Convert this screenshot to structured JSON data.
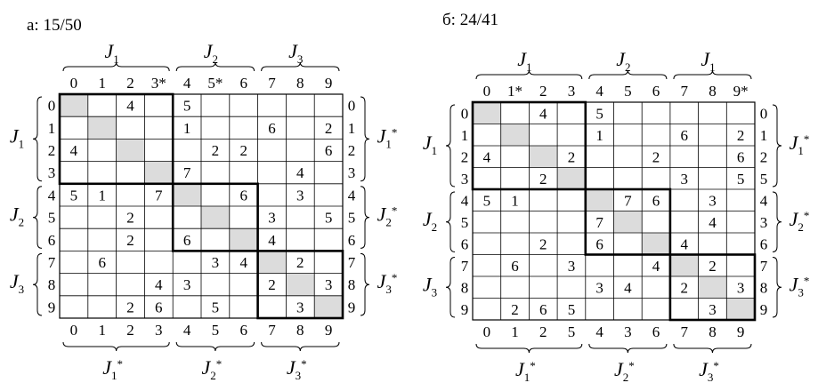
{
  "panels": [
    {
      "id": "a",
      "title": "а: 15/50",
      "cols": [
        "0",
        "1",
        "2",
        "3*",
        "4",
        "5*",
        "6",
        "7",
        "8",
        "9"
      ],
      "rows_left": [
        "0",
        "1",
        "2",
        "3",
        "4",
        "5",
        "6",
        "7",
        "8",
        "9"
      ],
      "rows_right": [
        "0",
        "1",
        "2",
        "3",
        "4",
        "5",
        "6",
        "7",
        "8",
        "9"
      ],
      "bottom": [
        "0",
        "1",
        "2",
        "3",
        "4",
        "5",
        "6",
        "7",
        "8",
        "9"
      ],
      "top_groups": [
        {
          "label": "J",
          "sub": "1",
          "star": false,
          "from": 0,
          "to": 3
        },
        {
          "label": "J",
          "sub": "2",
          "star": false,
          "from": 4,
          "to": 6
        },
        {
          "label": "J",
          "sub": "3",
          "star": false,
          "from": 7,
          "to": 9
        }
      ],
      "left_groups": [
        {
          "label": "J",
          "sub": "1",
          "star": false,
          "from": 0,
          "to": 3
        },
        {
          "label": "J",
          "sub": "2",
          "star": false,
          "from": 4,
          "to": 6
        },
        {
          "label": "J",
          "sub": "3",
          "star": false,
          "from": 7,
          "to": 9
        }
      ],
      "right_groups": [
        {
          "label": "J",
          "sub": "1",
          "star": true,
          "from": 0,
          "to": 3
        },
        {
          "label": "J",
          "sub": "2",
          "star": true,
          "from": 4,
          "to": 6
        },
        {
          "label": "J",
          "sub": "3",
          "star": true,
          "from": 7,
          "to": 9
        }
      ],
      "bottom_groups": [
        {
          "label": "J",
          "sub": "1",
          "star": true,
          "from": 0,
          "to": 3
        },
        {
          "label": "J",
          "sub": "2",
          "star": true,
          "from": 4,
          "to": 6
        },
        {
          "label": "J",
          "sub": "3",
          "star": true,
          "from": 7,
          "to": 9
        }
      ],
      "blocks": [
        [
          0,
          3
        ],
        [
          4,
          6
        ],
        [
          7,
          9
        ]
      ],
      "cells": [
        [
          "",
          "",
          "4",
          "",
          "5",
          "",
          "",
          "",
          "",
          ""
        ],
        [
          "",
          "",
          "",
          "",
          "1",
          "",
          "",
          "6",
          "",
          "2"
        ],
        [
          "4",
          "",
          "",
          "",
          "",
          "2",
          "2",
          "",
          "",
          "6"
        ],
        [
          "",
          "",
          "",
          "",
          "7",
          "",
          "",
          "",
          "4",
          ""
        ],
        [
          "5",
          "1",
          "",
          "7",
          "",
          "",
          "6",
          "",
          "3",
          ""
        ],
        [
          "",
          "",
          "2",
          "",
          "",
          "",
          "",
          "3",
          "",
          "5"
        ],
        [
          "",
          "",
          "2",
          "",
          "6",
          "",
          "",
          "4",
          "",
          ""
        ],
        [
          "",
          "6",
          "",
          "",
          "",
          "3",
          "4",
          "",
          "2",
          ""
        ],
        [
          "",
          "",
          "",
          "4",
          "3",
          "",
          "",
          "2",
          "",
          "3"
        ],
        [
          "",
          "",
          "2",
          "6",
          "",
          "5",
          "",
          "",
          "3",
          ""
        ]
      ]
    },
    {
      "id": "b",
      "title": "б: 24/41",
      "cols": [
        "0",
        "1*",
        "2",
        "3",
        "4",
        "5",
        "6",
        "7",
        "8",
        "9*"
      ],
      "rows_left": [
        "0",
        "1",
        "2",
        "3",
        "4",
        "5",
        "6",
        "7",
        "8",
        "9"
      ],
      "rows_right": [
        "0",
        "1",
        "2",
        "5",
        "4",
        "3",
        "6",
        "7",
        "8",
        "9"
      ],
      "bottom": [
        "0",
        "1",
        "2",
        "5",
        "4",
        "3",
        "6",
        "7",
        "8",
        "9"
      ],
      "top_groups": [
        {
          "label": "J",
          "sub": "1",
          "star": false,
          "from": 0,
          "to": 3
        },
        {
          "label": "J",
          "sub": "2",
          "star": false,
          "from": 4,
          "to": 6
        },
        {
          "label": "J",
          "sub": "1",
          "star": false,
          "from": 7,
          "to": 9
        }
      ],
      "left_groups": [
        {
          "label": "J",
          "sub": "1",
          "star": false,
          "from": 0,
          "to": 3
        },
        {
          "label": "J",
          "sub": "2",
          "star": false,
          "from": 4,
          "to": 6
        },
        {
          "label": "J",
          "sub": "3",
          "star": false,
          "from": 7,
          "to": 9
        }
      ],
      "right_groups": [
        {
          "label": "J",
          "sub": "1",
          "star": true,
          "from": 0,
          "to": 3
        },
        {
          "label": "J",
          "sub": "2",
          "star": true,
          "from": 4,
          "to": 6
        },
        {
          "label": "J",
          "sub": "3",
          "star": true,
          "from": 7,
          "to": 9
        }
      ],
      "bottom_groups": [
        {
          "label": "J",
          "sub": "1",
          "star": true,
          "from": 0,
          "to": 3
        },
        {
          "label": "J",
          "sub": "2",
          "star": true,
          "from": 4,
          "to": 6
        },
        {
          "label": "J",
          "sub": "3",
          "star": true,
          "from": 7,
          "to": 9
        }
      ],
      "blocks": [
        [
          0,
          3
        ],
        [
          4,
          6
        ],
        [
          7,
          9
        ]
      ],
      "cells": [
        [
          "",
          "",
          "4",
          "",
          "5",
          "",
          "",
          "",
          "",
          ""
        ],
        [
          "",
          "",
          "",
          "",
          "1",
          "",
          "",
          "6",
          "",
          "2"
        ],
        [
          "4",
          "",
          "",
          "2",
          "",
          "",
          "2",
          "",
          "",
          "6"
        ],
        [
          "",
          "",
          "2",
          "",
          "",
          "",
          "",
          "3",
          "",
          "5"
        ],
        [
          "5",
          "1",
          "",
          "",
          "",
          "7",
          "6",
          "",
          "3",
          ""
        ],
        [
          "",
          "",
          "",
          "",
          "7",
          "",
          "",
          "",
          "4",
          ""
        ],
        [
          "",
          "",
          "2",
          "",
          "6",
          "",
          "",
          "4",
          "",
          ""
        ],
        [
          "",
          "6",
          "",
          "3",
          "",
          "",
          "4",
          "",
          "2",
          ""
        ],
        [
          "",
          "",
          "",
          "",
          "3",
          "4",
          "",
          "2",
          "",
          "3"
        ],
        [
          "",
          "2",
          "6",
          "5",
          "",
          "",
          "",
          "",
          "3",
          ""
        ]
      ]
    }
  ],
  "colors": {
    "diagonal_fill": "#dcdcdc",
    "line": "#000000",
    "background": "#ffffff"
  }
}
